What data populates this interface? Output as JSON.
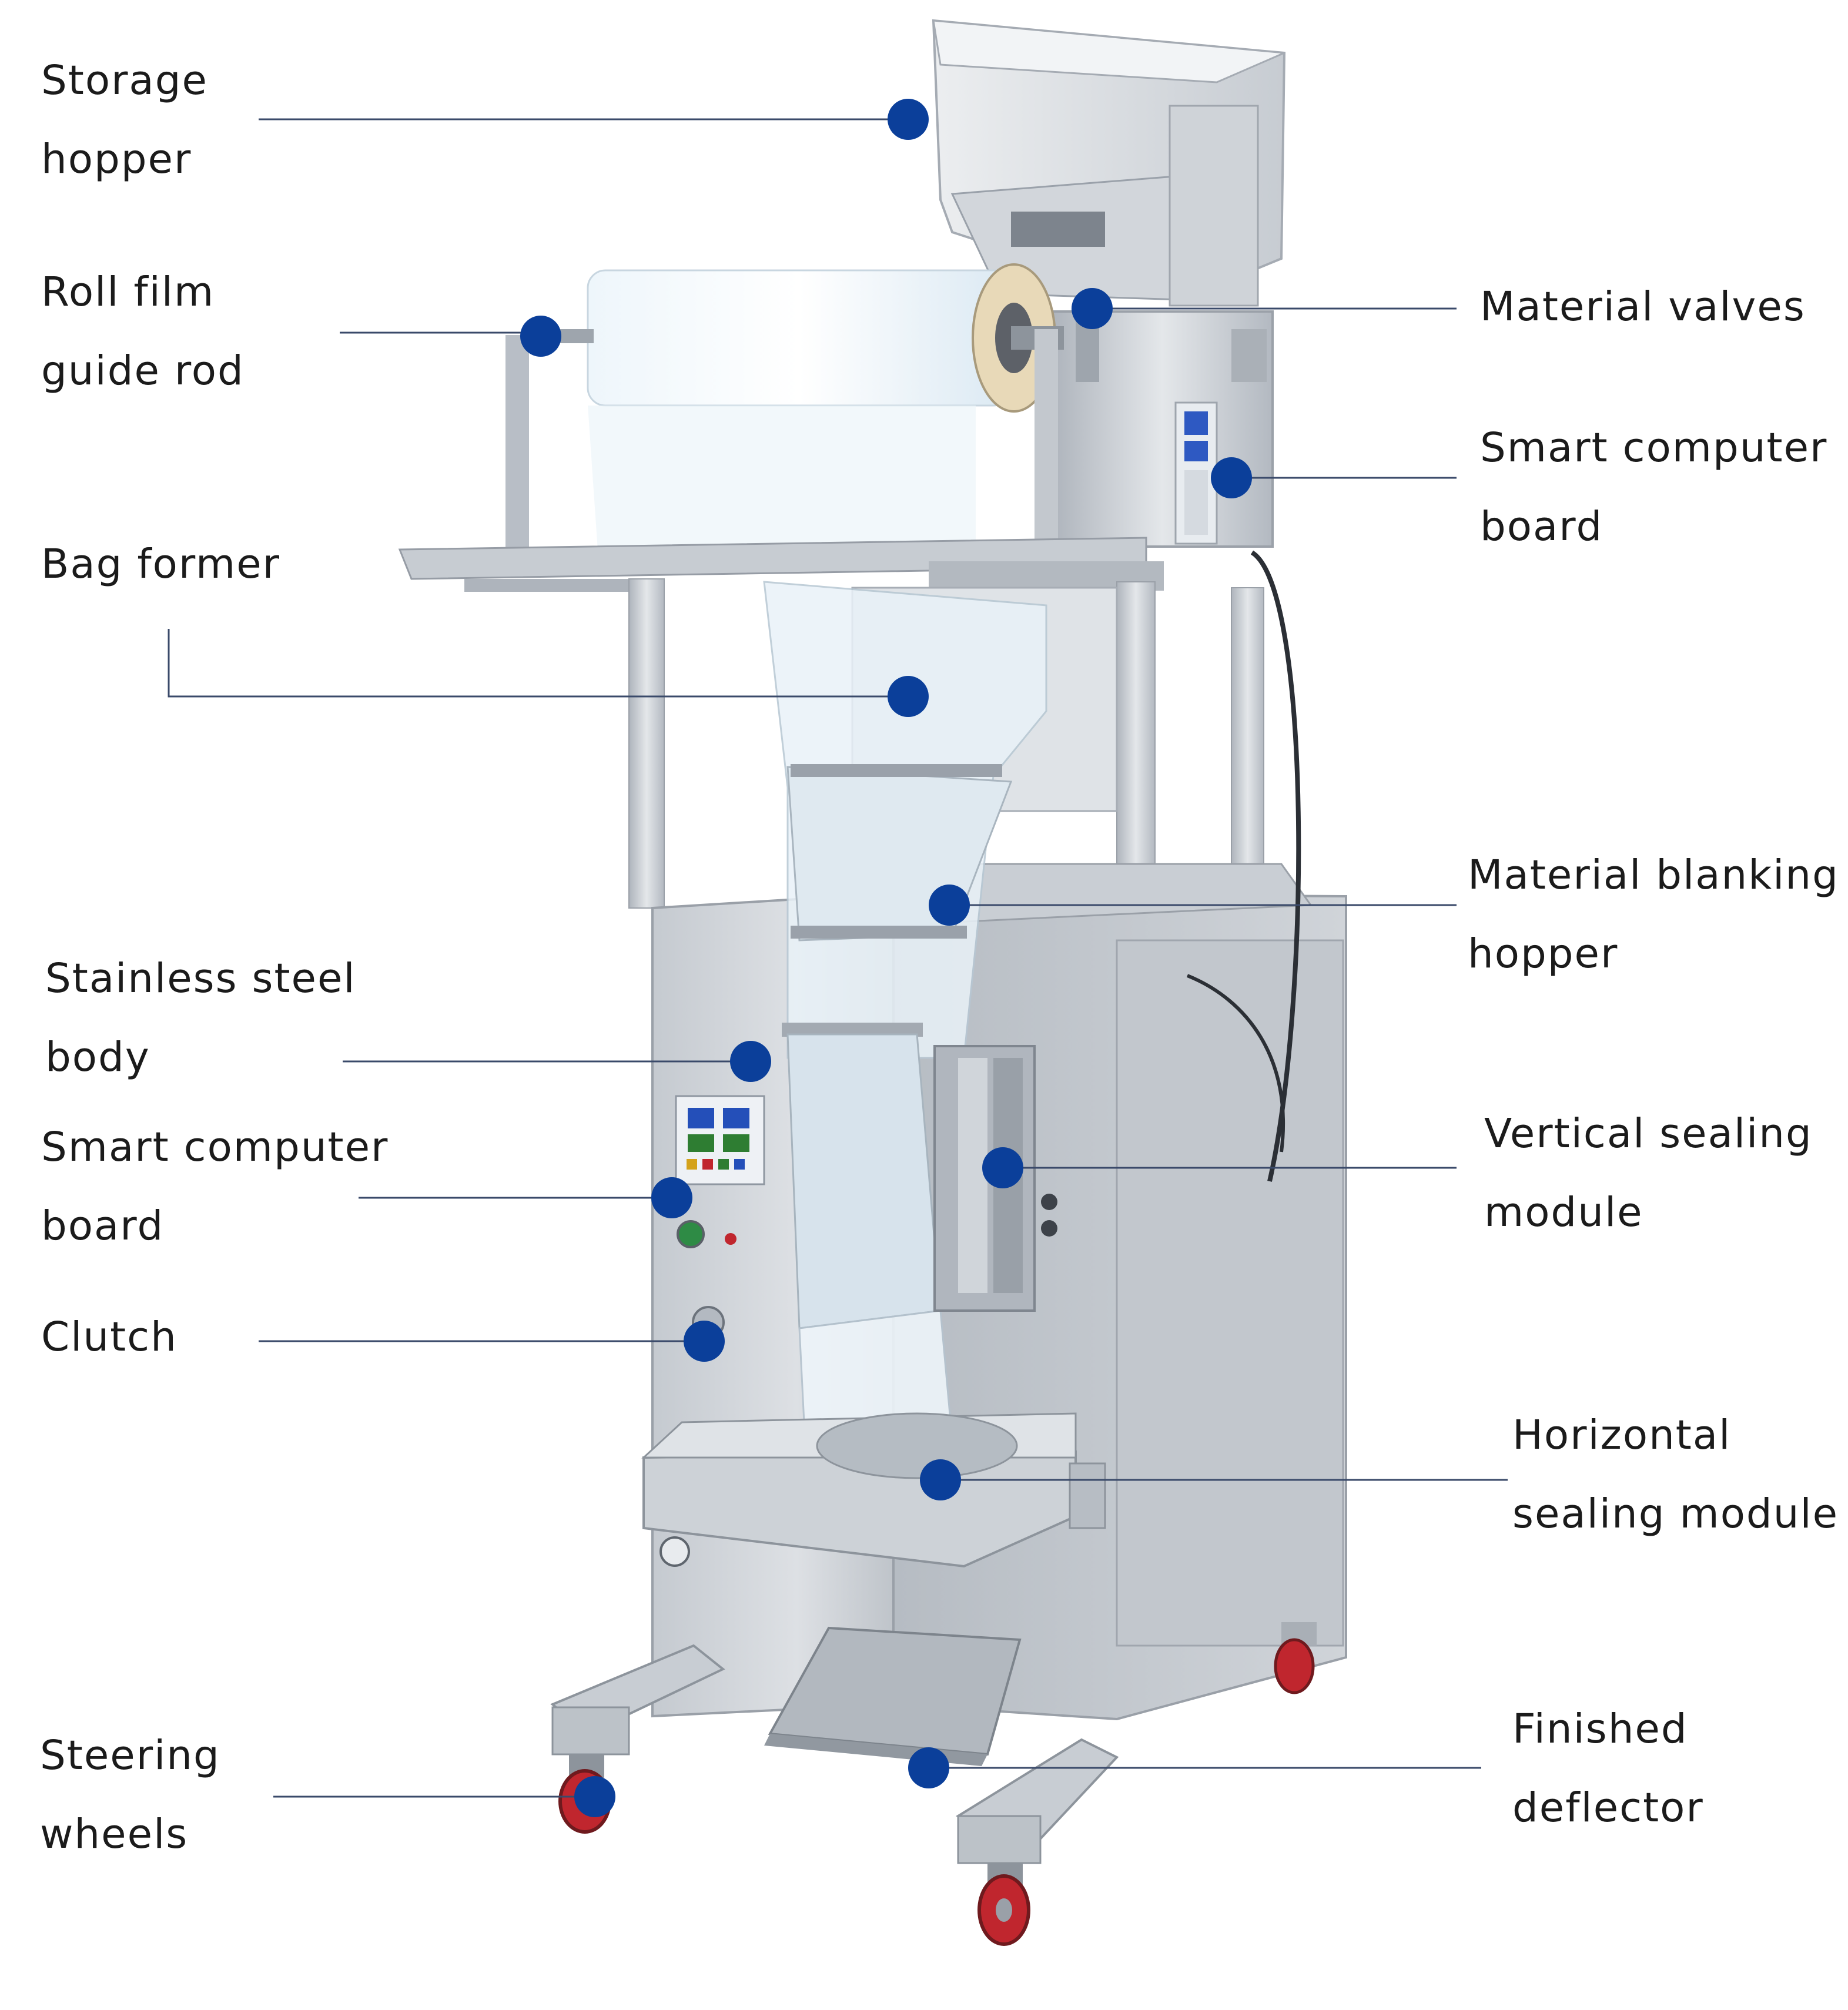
{
  "colors": {
    "marker": "#0b3f9a",
    "leader_line": "#3a4a6a",
    "label_text": "#1b1b1b",
    "steel_light": "#d9dde2",
    "steel_mid": "#b8bec6",
    "steel_dark": "#8c939c",
    "film": "#e6f2fa",
    "wheel_red": "#c0262e"
  },
  "labels": {
    "storage_hopper": [
      "Storage",
      "hopper"
    ],
    "roll_film_guide_rod": [
      "Roll film",
      "guide rod"
    ],
    "bag_former": [
      "Bag former"
    ],
    "stainless_steel_body": [
      "Stainless steel",
      "body"
    ],
    "smart_computer_board_left": [
      "Smart computer",
      "board"
    ],
    "clutch": [
      "Clutch"
    ],
    "steering_wheels": [
      "Steering",
      "wheels"
    ],
    "material_valves": [
      "Material valves"
    ],
    "smart_computer_board_right": [
      "Smart computer",
      "board"
    ],
    "material_blanking_hopper": [
      "Material blanking",
      "hopper"
    ],
    "vertical_sealing_module": [
      "Vertical sealing",
      "module"
    ],
    "horizontal_sealing_module": [
      "Horizontal",
      "sealing module"
    ],
    "finished_deflector": [
      "Finished",
      "deflector"
    ]
  }
}
